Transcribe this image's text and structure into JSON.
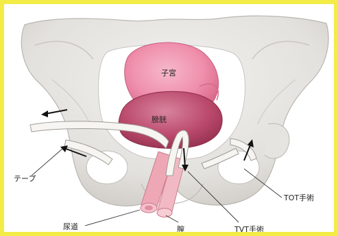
{
  "frame": {
    "border_color": "#f3ec47"
  },
  "labels": {
    "uterus": "子宮",
    "bladder": "膀胱",
    "tape": "テープ",
    "tot": "TOT手術",
    "urethra": "尿道",
    "vagina": "膣",
    "tvt": "TVT手術"
  },
  "colors": {
    "bone": "#e8e6e2",
    "bone_shadow": "#c9c6c1",
    "uterus": "#ee92ad",
    "bladder": "#b9476a",
    "tape": "#f7f5f1",
    "urethra": "#eea7b5",
    "arrow": "#111111",
    "leader_line": "#333333"
  },
  "icons": {
    "arrow": "black-arrow-icon"
  }
}
